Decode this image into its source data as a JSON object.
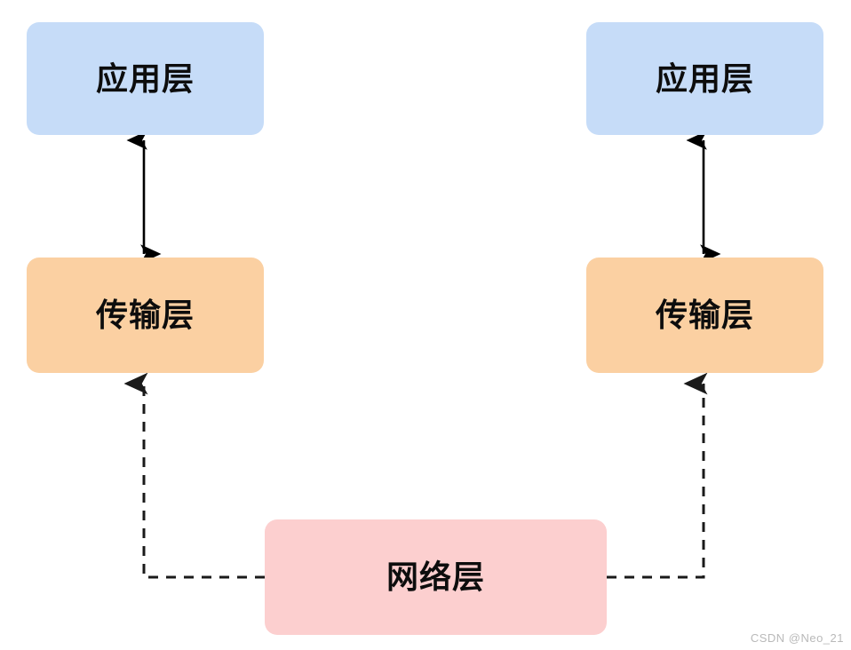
{
  "diagram": {
    "title": "TCP/IP layering across two hosts connected by a network layer",
    "background_color": "#ffffff",
    "nodes": [
      {
        "id": "app-left",
        "label": "应用层",
        "layer": "application",
        "side": "left",
        "fill_color": "#c6dcf8",
        "text_color": "#0d0d0d"
      },
      {
        "id": "transport-left",
        "label": "传输层",
        "layer": "transport",
        "side": "left",
        "fill_color": "#fbd0a2",
        "text_color": "#0d0d0d"
      },
      {
        "id": "app-right",
        "label": "应用层",
        "layer": "application",
        "side": "right",
        "fill_color": "#c6dcf8",
        "text_color": "#0d0d0d"
      },
      {
        "id": "transport-right",
        "label": "传输层",
        "layer": "transport",
        "side": "right",
        "fill_color": "#fbd0a2",
        "text_color": "#0d0d0d"
      },
      {
        "id": "network",
        "label": "网络层",
        "layer": "network",
        "side": "center",
        "fill_color": "#fccfcf",
        "text_color": "#0d0d0d"
      }
    ],
    "connectors": [
      {
        "id": "app-transport-left",
        "from": "app-left",
        "to": "transport-left",
        "style": "solid",
        "arrows": "both",
        "color": "#000000"
      },
      {
        "id": "app-transport-right",
        "from": "app-right",
        "to": "transport-right",
        "style": "solid",
        "arrows": "both",
        "color": "#000000"
      },
      {
        "id": "network-transport-left",
        "from": "network",
        "to": "transport-left",
        "style": "dashed",
        "arrows": "end",
        "color": "#1a1a1a"
      },
      {
        "id": "network-transport-right",
        "from": "network",
        "to": "transport-right",
        "style": "dashed",
        "arrows": "end",
        "color": "#1a1a1a"
      }
    ]
  },
  "watermark": {
    "text": "CSDN @Neo_21",
    "color": "#b9b9b9"
  }
}
